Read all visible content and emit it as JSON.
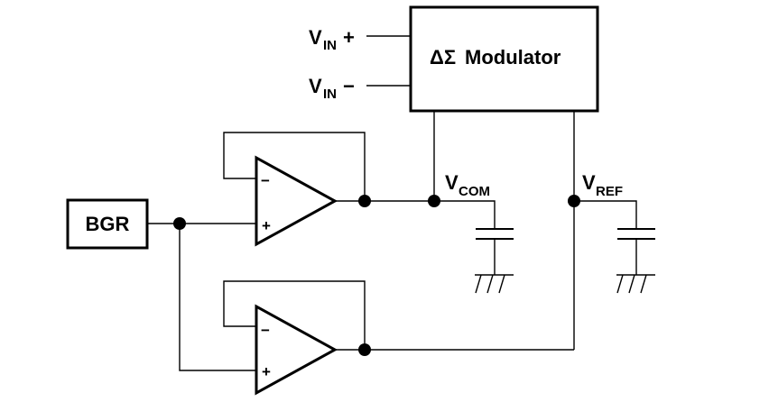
{
  "modulator": {
    "delta": "ΔΣ",
    "label": "Modulator"
  },
  "inputs": {
    "vin_plus": {
      "main": "V",
      "sub": "IN",
      "sign": "+"
    },
    "vin_minus": {
      "main": "V",
      "sub": "IN",
      "sign": "−"
    }
  },
  "bgr": {
    "label": "BGR"
  },
  "nodes": {
    "vcom": {
      "main": "V",
      "sub": "COM"
    },
    "vref": {
      "main": "V",
      "sub": "REF"
    }
  },
  "opamps": {
    "top": {
      "minus": "−",
      "plus": "+"
    },
    "bottom": {
      "minus": "−",
      "plus": "+"
    }
  }
}
